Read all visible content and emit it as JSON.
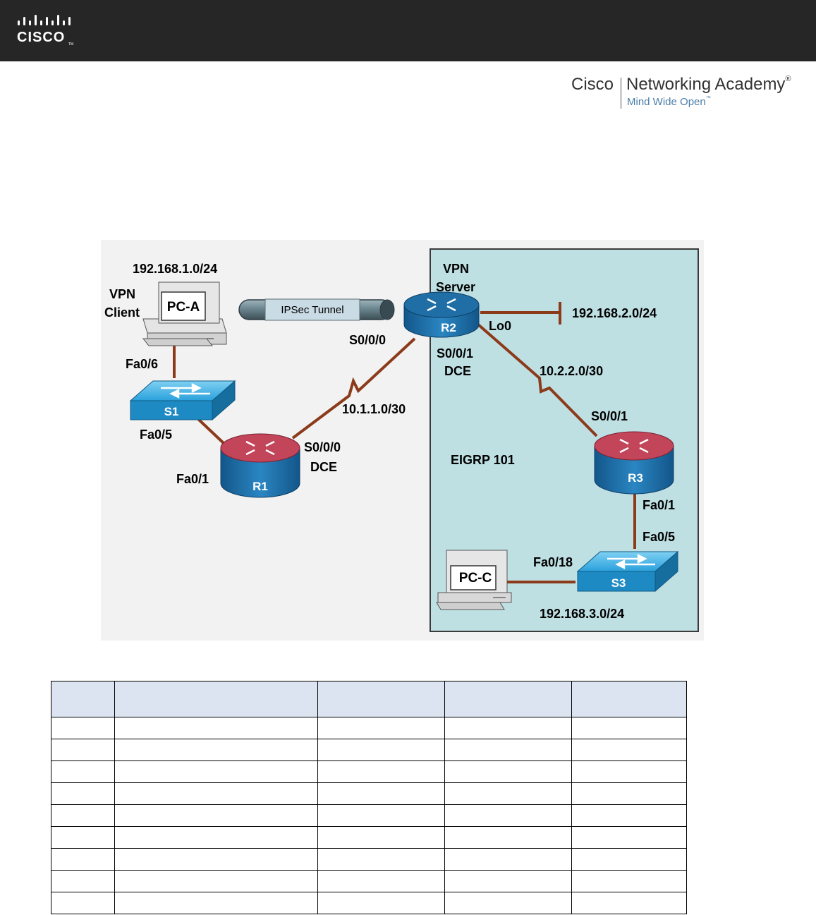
{
  "header": {
    "logo_wordmark": "CISCO",
    "logo_tm": "TM"
  },
  "academy_logo": {
    "brand": "Cisco",
    "program": "Networking Academy",
    "registered": "®",
    "tagline": "Mind Wide Open",
    "tagline_tm": "™"
  },
  "colors": {
    "header_bg": "#262626",
    "link": "#8b3a1a",
    "eigrp_zone": "#bfe0e3",
    "router_top": "#c2455a",
    "router_body": "#1f6fa6",
    "switch": "#2aa1dc",
    "table_header": "#dbe4f0"
  },
  "topology": {
    "networks": {
      "lan_a": "192.168.1.0/24",
      "r2_loopback": "192.168.2.0/24",
      "lan_c": "192.168.3.0/24",
      "wan_r1_r2": "10.1.1.0/30",
      "wan_r2_r3": "10.2.2.0/30"
    },
    "vpn_client_label": [
      "VPN",
      "Client"
    ],
    "vpn_server_label": [
      "VPN",
      "Server"
    ],
    "tunnel_label": "IPSec Tunnel",
    "routing_label": "EIGRP 101",
    "devices": {
      "pc_a": "PC-A",
      "pc_c": "PC-C",
      "s1": "S1",
      "s3": "S3",
      "r1": "R1",
      "r2": "R2",
      "r3": "R3"
    },
    "interfaces": {
      "s1_fa0_6": "Fa0/6",
      "s1_fa0_5": "Fa0/5",
      "r1_fa0_1": "Fa0/1",
      "r1_s0_0_0": "S0/0/0",
      "r1_dce": "DCE",
      "r2_s0_0_0": "S0/0/0",
      "r2_s0_0_1": "S0/0/1",
      "r2_dce": "DCE",
      "r2_lo0": "Lo0",
      "r3_s0_0_1": "S0/0/1",
      "r3_fa0_1": "Fa0/1",
      "s3_fa0_5": "Fa0/5",
      "s3_fa0_18": "Fa0/18"
    }
  },
  "address_table": {
    "header_cells": [
      "",
      "",
      "",
      "",
      ""
    ],
    "rows": [
      [
        "",
        "",
        "",
        "",
        ""
      ],
      [
        "",
        "",
        "",
        "",
        ""
      ],
      [
        "",
        "",
        "",
        "",
        ""
      ],
      [
        "",
        "",
        "",
        "",
        ""
      ],
      [
        "",
        "",
        "",
        "",
        ""
      ],
      [
        "",
        "",
        "",
        "",
        ""
      ],
      [
        "",
        "",
        "",
        "",
        ""
      ],
      [
        "",
        "",
        "",
        "",
        ""
      ],
      [
        "",
        "",
        "",
        "",
        ""
      ]
    ]
  }
}
